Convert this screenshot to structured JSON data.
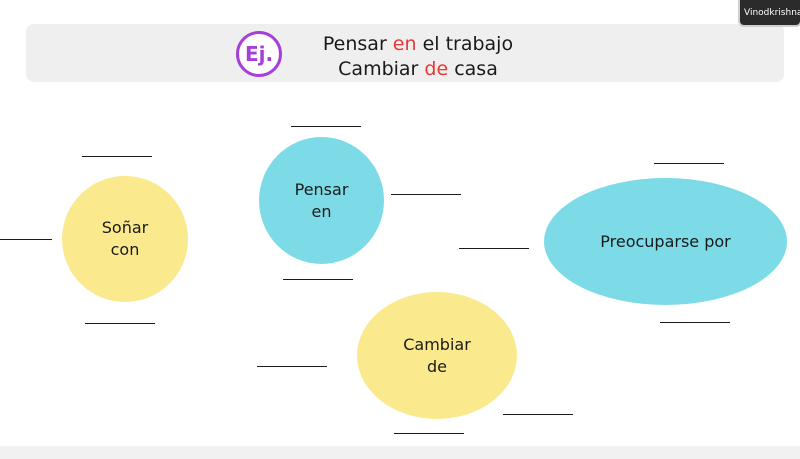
{
  "header": {
    "badge": "Ej.",
    "example1": {
      "before": "Pensar ",
      "prep": "en",
      "after": " el trabajo"
    },
    "example2": {
      "before": "Cambiar ",
      "prep": "de",
      "after": " casa"
    }
  },
  "bubbles": {
    "sonar": {
      "line1": "Soñar",
      "line2": "con"
    },
    "pensar": {
      "line1": "Pensar",
      "line2": "en"
    },
    "preoc": {
      "line1": "Preocuparse por"
    },
    "cambiar": {
      "line1": "Cambiar",
      "line2": "de"
    }
  },
  "participant": {
    "name": "Vinodkrishna"
  },
  "colors": {
    "accent_purple": "#a540d8",
    "preposition_red": "#e53935",
    "bubble_yellow": "#fbe98d",
    "bubble_cyan": "#7ddbe8"
  }
}
